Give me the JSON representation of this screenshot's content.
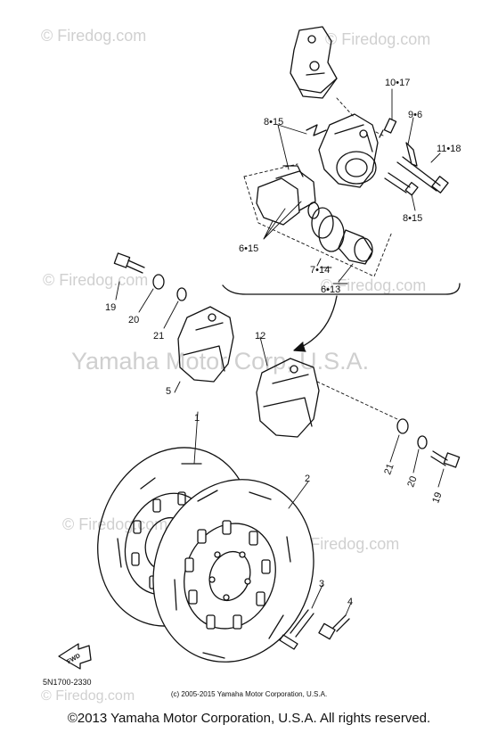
{
  "watermarks": {
    "firedog": "© Firedog.com",
    "yamaha_center": "Yamaha Motor Corp, U.S.A.",
    "firedog_large": "© Firedog.com"
  },
  "callouts": {
    "c10_17": "10•17",
    "c9_6": "9•6",
    "c11_18": "11•18",
    "c8_15_top": "8•15",
    "c8_15_right": "8•15",
    "c6_15": "6•15",
    "c7_14": "7•14",
    "c6_13": "6•13",
    "c19_left": "19",
    "c20_left": "20",
    "c21_left": "21",
    "c5": "5",
    "c12": "12",
    "c1": "1",
    "c2": "2",
    "c3": "3",
    "c4": "4",
    "c21_right": "21",
    "c20_right": "20",
    "c19_right": "19"
  },
  "fwd_label": "FWD",
  "part_code": "5N1700-2330",
  "small_copyright": "(c) 2005-2015 Yamaha Motor Corporation, U.S.A.",
  "copyright": "©2013 Yamaha Motor Corporation, U.S.A. All rights reserved."
}
